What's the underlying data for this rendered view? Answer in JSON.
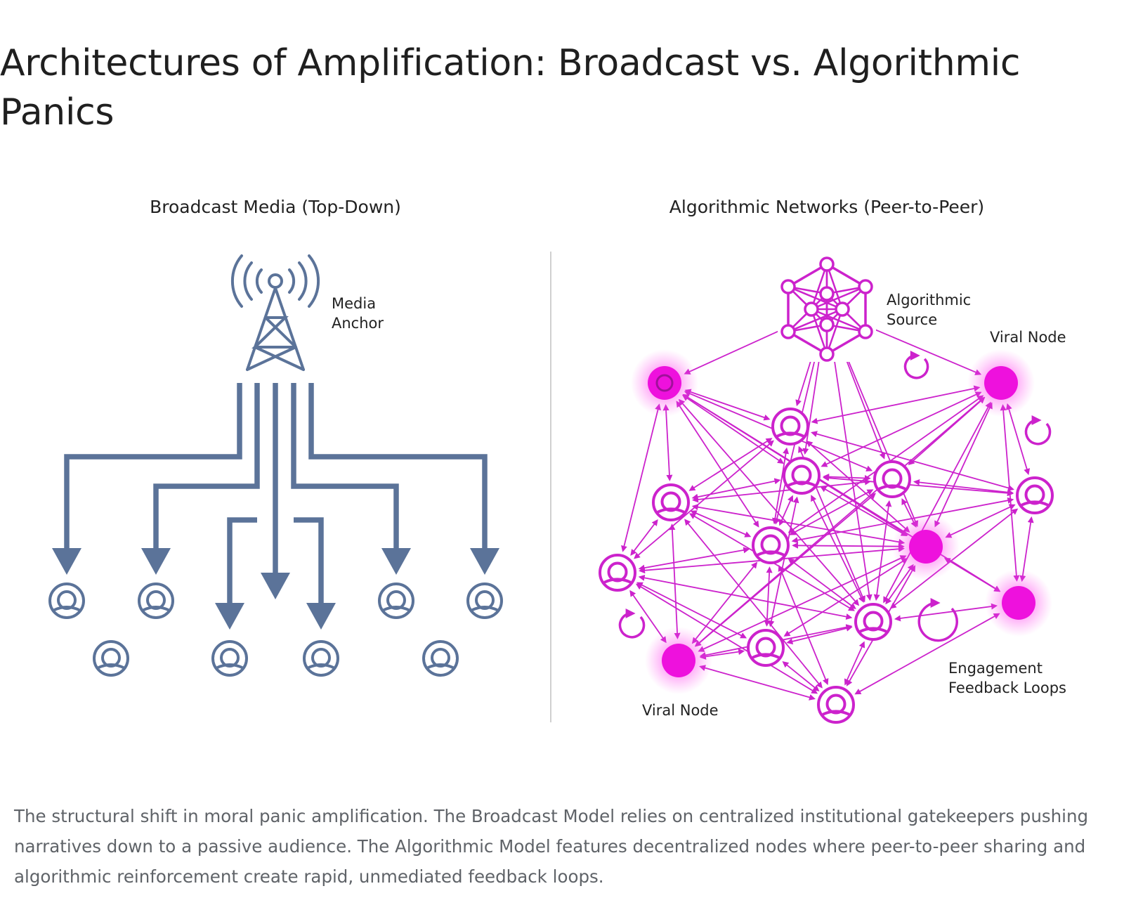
{
  "title": "Architectures of Amplification: Broadcast vs. Algorithmic Panics",
  "diagram": {
    "broadcast": {
      "heading": "Broadcast Media (Top-Down)",
      "anchor_label": [
        "Media",
        "Anchor"
      ],
      "tower_icon": "broadcast-tower-icon",
      "audience_icon": "person-node-icon",
      "color": "#5b7399"
    },
    "algorithmic": {
      "heading": "Algorithmic Networks (Peer-to-Peer)",
      "source_label": [
        "Algorithmic",
        "Source"
      ],
      "viral_node_label_top": "Viral Node",
      "viral_node_label_bottom": "Viral Node",
      "loops_label": [
        "Engagement",
        "Feedback Loops"
      ],
      "source_icon": "neural-network-icon",
      "node_icon": "person-node-icon",
      "loop_icon": "circular-arrow-icon",
      "color": "#cc22cc",
      "viral_color": "#ee11dd"
    }
  },
  "caption": "The structural shift in moral panic amplification. The Broadcast Model relies on centralized institutional gatekeepers pushing narratives down to a passive audience. The Algorithmic Model features decentralized nodes where peer-to-peer sharing and algorithmic reinforcement create rapid, unmediated feedback loops."
}
